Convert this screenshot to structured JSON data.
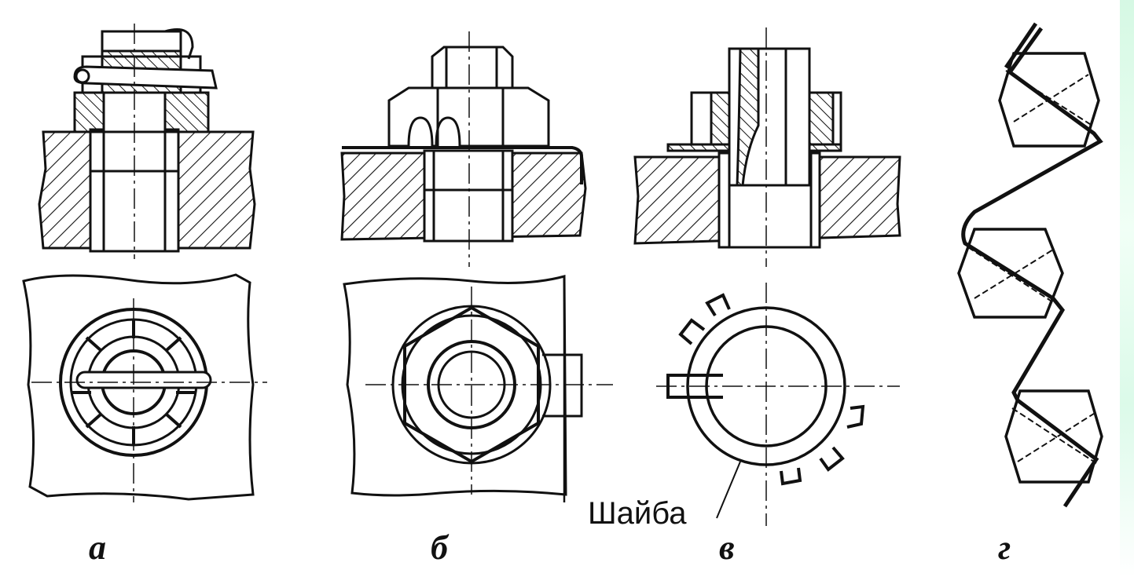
{
  "figure": {
    "panels": [
      {
        "id": "a",
        "label": "а",
        "kind": "castle-nut-with-cotter-pin"
      },
      {
        "id": "b",
        "label": "б",
        "kind": "nut-with-tab-lock-washer"
      },
      {
        "id": "v",
        "label": "в",
        "kind": "round-nut-with-toothed-washer",
        "callout": "Шайба"
      },
      {
        "id": "g",
        "label": "г",
        "kind": "wire-lock-group"
      }
    ],
    "colors": {
      "ink": "#111111",
      "paper": "#ffffff",
      "edge_tint": "#bff5d5"
    }
  }
}
